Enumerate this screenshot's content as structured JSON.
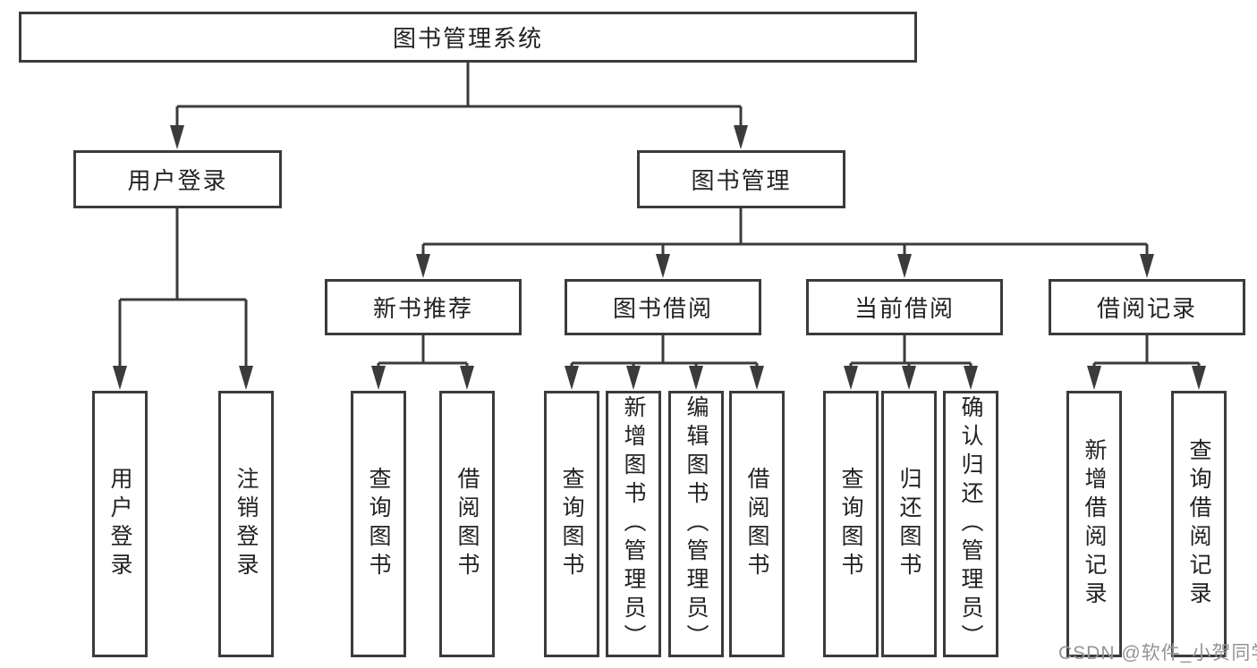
{
  "colors": {
    "line": "#3b3b3b",
    "text": "#222222",
    "background": "#ffffff",
    "watermark_color": "#949494"
  },
  "watermark": {
    "text": "CSDN @软件_小贺同学"
  },
  "tree": {
    "root": "图书管理系统",
    "children": [
      {
        "label": "用户登录",
        "children": [
          {
            "label": "用户登录"
          },
          {
            "label": "注销登录"
          }
        ]
      },
      {
        "label": "图书管理",
        "children": [
          {
            "label": "新书推荐",
            "children": [
              {
                "label": "查询图书"
              },
              {
                "label": "借阅图书"
              }
            ]
          },
          {
            "label": "图书借阅",
            "children": [
              {
                "label": "查询图书"
              },
              {
                "label": "新增图书（管理员）"
              },
              {
                "label": "编辑图书（管理员）"
              },
              {
                "label": "借阅图书"
              }
            ]
          },
          {
            "label": "当前借阅",
            "children": [
              {
                "label": "查询图书"
              },
              {
                "label": "归还图书"
              },
              {
                "label": "确认归还（管理员）"
              }
            ]
          },
          {
            "label": "借阅记录",
            "children": [
              {
                "label": "新增借阅记录"
              },
              {
                "label": "查询借阅记录"
              }
            ]
          }
        ]
      }
    ]
  }
}
